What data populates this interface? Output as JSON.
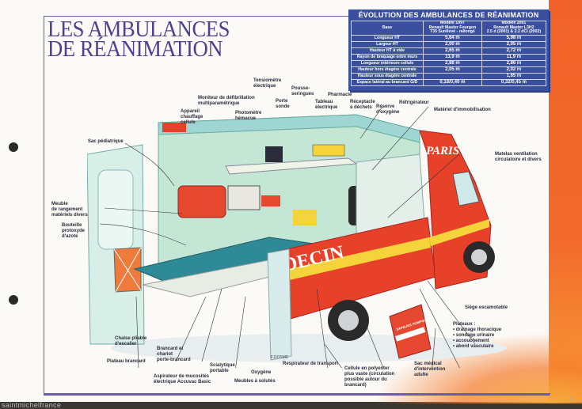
{
  "title": {
    "line1": "LES AMBULANCES",
    "line2": "DE RÉANIMATION"
  },
  "spec_table": {
    "title": "ÉVOLUTION DES AMBULANCES DE RÉANIMATION",
    "headers": {
      "base": "Base",
      "model_1997": [
        "Modèle 1997",
        "Renault Master Fourgon",
        "T35 Surélevé - rallongé"
      ],
      "model_2001": [
        "Modèle 2001",
        "Renault Master L3H2",
        "2.5 d (2001) & 2.2 dCi (2002)"
      ]
    },
    "rows": [
      {
        "label": "Longueur HT",
        "v1997": "5,64 m",
        "v2001": "5,98 m"
      },
      {
        "label": "Largeur HT",
        "v1997": "2,00 m",
        "v2001": "2,05 m"
      },
      {
        "label": "Hauteur HT à vide",
        "v1997": "2,65 m",
        "v2001": "2,72 m"
      },
      {
        "label": "Rayon de braquage entre murs",
        "v1997": "13,9 m",
        "v2001": "11,9 m"
      },
      {
        "label": "Longueur intérieure cellule",
        "v1997": "2,88 m",
        "v2001": "2,86 m"
      },
      {
        "label": "Hauteur hors étagère centrale",
        "v1997": "2,05 m",
        "v2001": "2,02 m"
      },
      {
        "label": "Hauteur sous étagère centrale",
        "v1997": "",
        "v2001": "1,65 m"
      },
      {
        "label": "Espace latéral au brancard G/D",
        "v1997": "0,18/0,40 m",
        "v2001": "0,32/0,45 m"
      }
    ]
  },
  "vehicle_text": {
    "side_lettering": "DECIN",
    "roof_lettering": "PARIS",
    "signature": "F.DOSME"
  },
  "labels": {
    "tensiometre": [
      "Tensiomètre",
      "électrique"
    ],
    "pousse_seringues": [
      "Pousse-",
      "seringues"
    ],
    "pharmacie": "Pharmacie",
    "moniteur": [
      "Moniteur de défibrillation",
      "multiparamétrique"
    ],
    "porte_sonde": [
      "Porte",
      "sonde"
    ],
    "tableau": [
      "Tableau",
      "électrique"
    ],
    "receptacle": [
      "Réceptacle",
      "à déchets"
    ],
    "reserve_oxygene": [
      "Réserve",
      "d'oxygène"
    ],
    "refrigerateur": "Réfrigérateur",
    "appareil_chauffage": [
      "Appareil",
      "chauffage",
      "cellule"
    ],
    "photometre": [
      "Photomètre",
      "hémacue"
    ],
    "materiel_immobilisation": "Matériel d'immobilisation",
    "sac_pediatrique": "Sac pédiatrique",
    "matelas": [
      "Matelas ventilation",
      "circulatoire et divers"
    ],
    "meuble_rangement": [
      "Meuble",
      "de rangement",
      "matériels divers"
    ],
    "bouteille": [
      "Bouteille",
      "protoxyde",
      "d'azote"
    ],
    "siege": "Siège escamotable",
    "plateaux_title": "Plateaux :",
    "plateaux_items": [
      "• drainage thoracique",
      "• sondage urinaire",
      "• accouchement",
      "• abord vasculaire"
    ],
    "chaise": [
      "Chaise pliable",
      "d'escalier"
    ],
    "plateau_brancard": "Plateau brancard",
    "brancard_chariot": [
      "Brancard et",
      "chariot",
      "porte-brancard"
    ],
    "scialytique": [
      "Scialytique",
      "portable"
    ],
    "oxygene": "Oxygène",
    "respirateur": "Respirateur de transport",
    "aspirateur": [
      "Aspirateur de mucosités",
      "électrique Accuvac Basic"
    ],
    "meubles_solutes": "Meubles à solutés",
    "cellule_polyester": [
      "Cellule en polyester",
      "plus vaste (circulation",
      "possible autour du",
      "brancard)"
    ],
    "sac_medical": [
      "Sac médical",
      "d'intervention",
      "adulte"
    ]
  },
  "bag_text": "SAPEURS POMPIERS",
  "watermark": "saintmichelfrance",
  "colors": {
    "title_purple": "#4e3f92",
    "table_blue": "#3b4fa0",
    "vehicle_red": "#e8412a",
    "accent_orange": "#f26a2c",
    "stripe_yellow": "#f4d43a",
    "interior_green": "#bfe3d2"
  }
}
